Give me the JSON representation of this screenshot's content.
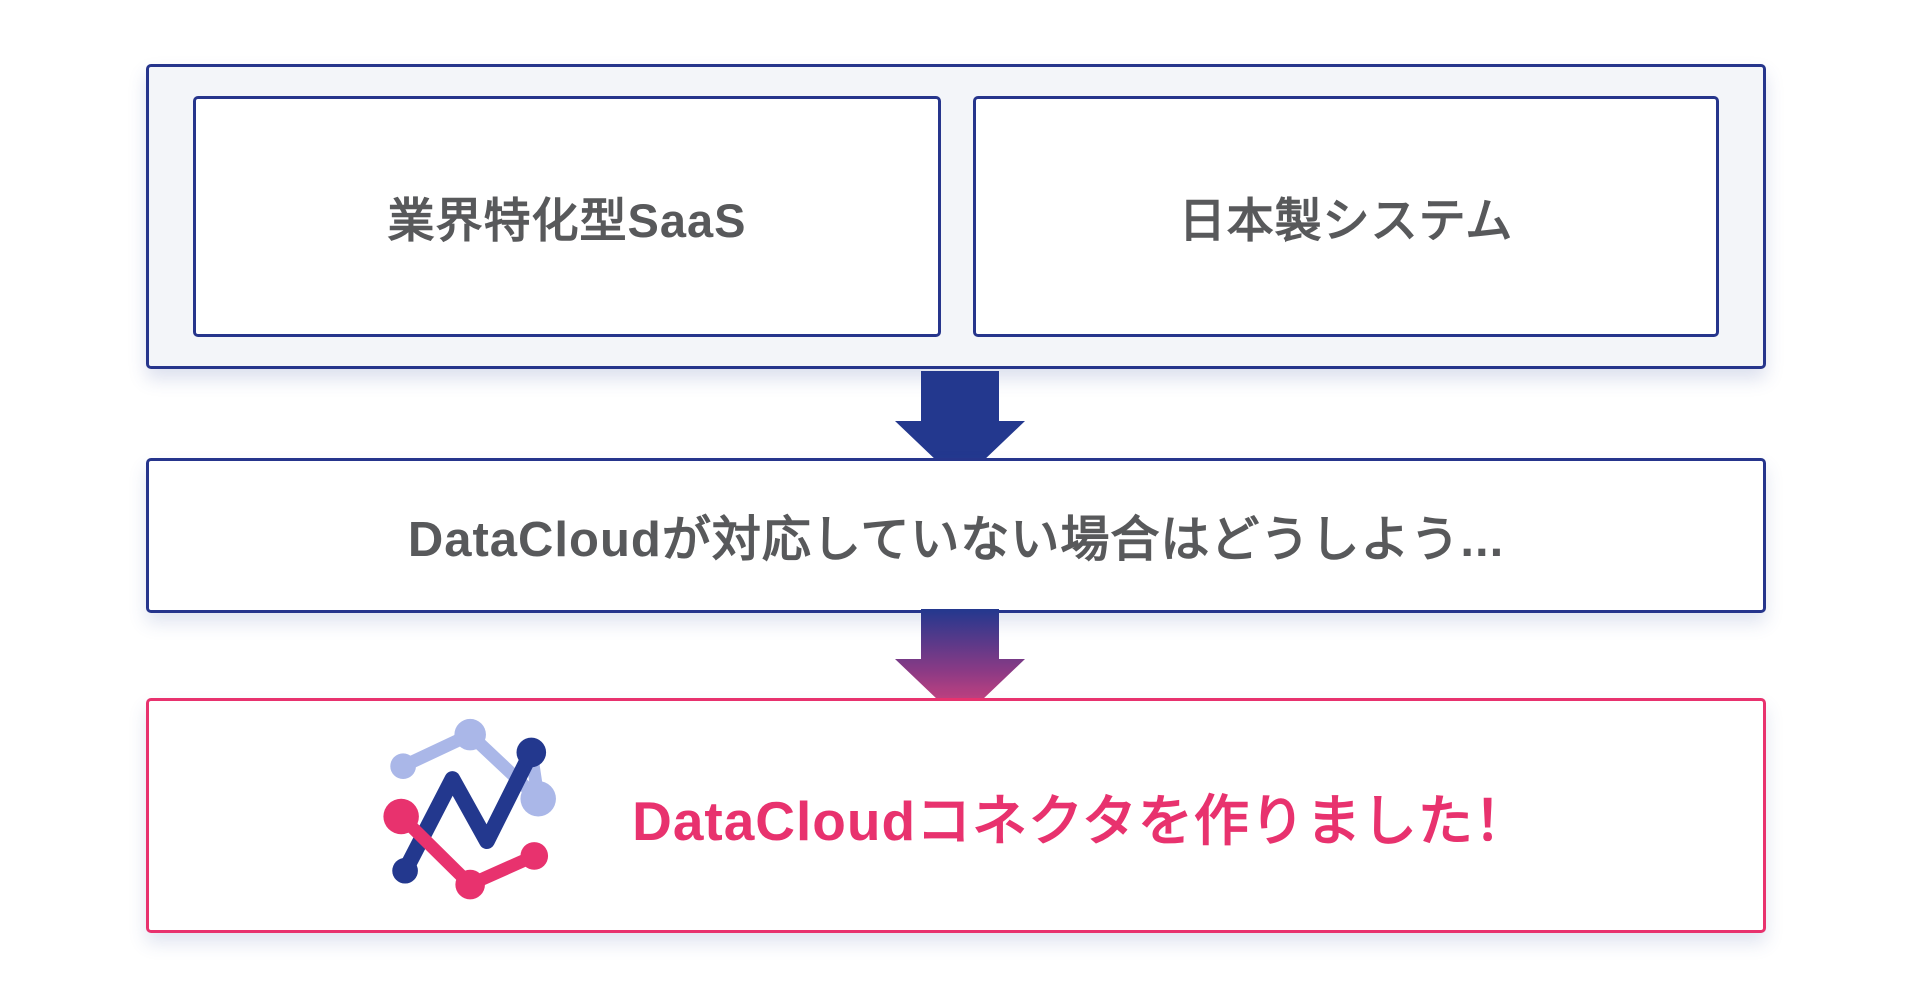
{
  "diagram": {
    "top_group": {
      "items": [
        {
          "label": "業界特化型SaaS"
        },
        {
          "label": "日本製システム"
        }
      ]
    },
    "middle_box": {
      "label": "DataCloudが対応していない場合はどうしよう..."
    },
    "bottom_box": {
      "label": "DataCloudコネクタを作りました！",
      "logo_icon": "line-graph-network-logo"
    },
    "arrows": [
      {
        "name": "arrow-down-solid",
        "style": "solid-navy"
      },
      {
        "name": "arrow-down-gradient",
        "style": "navy-to-pink-gradient"
      }
    ],
    "colors": {
      "navy": "#23388e",
      "navy_border": "#26358c",
      "pink": "#e8326e",
      "light_blue": "#aab7e8",
      "gray_text": "#58595b",
      "group_bg": "#f3f5f9"
    }
  }
}
